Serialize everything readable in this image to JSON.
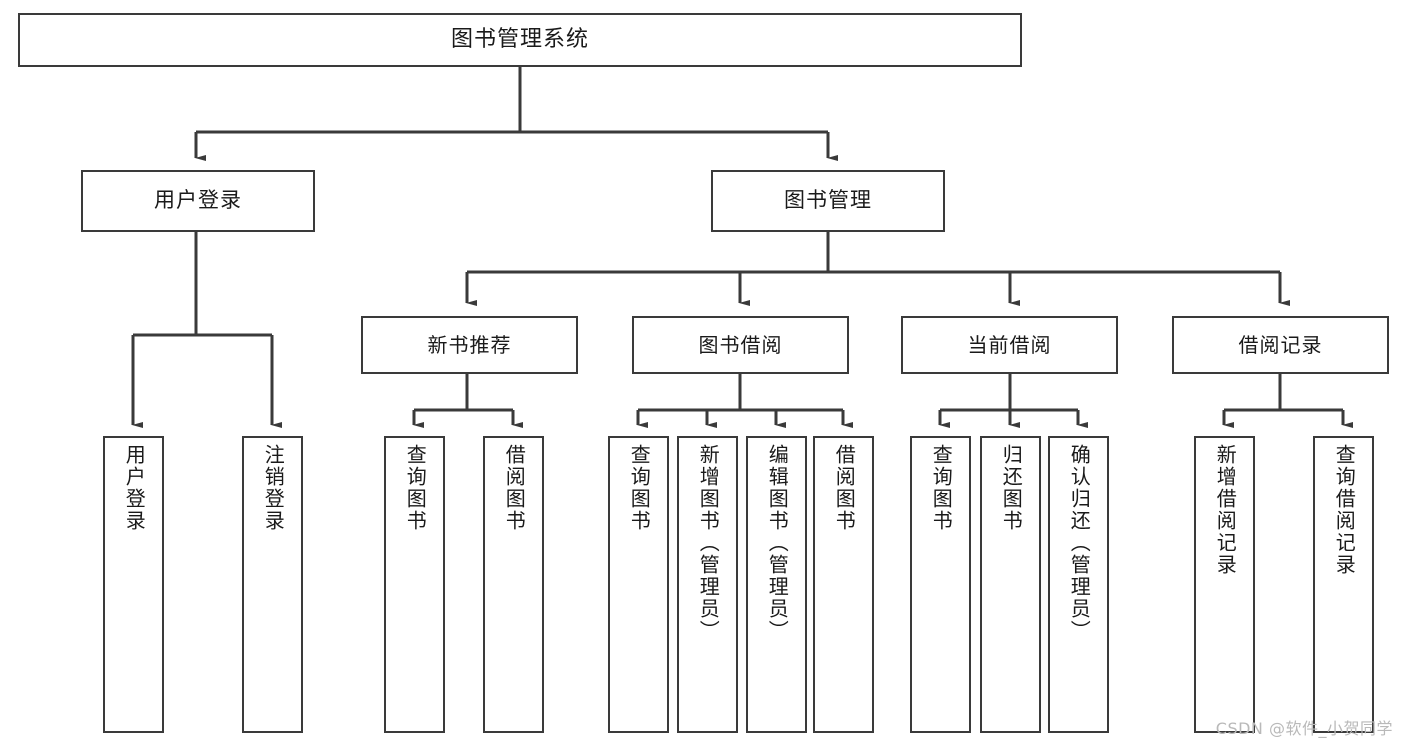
{
  "diagram": {
    "type": "tree-hierarchy",
    "title": "图书管理系统",
    "orientation": "top-down",
    "watermark": "CSDN @软件_小贺同学",
    "colors": {
      "box_border": "#3a3a3a",
      "box_fill": "#ffffff",
      "connector": "#3a3a3a",
      "text": "#1a1a1a",
      "watermark": "#b9b9b9",
      "background": "#ffffff"
    },
    "nodes": {
      "root": {
        "label": "图书管理系统",
        "level": 0
      },
      "level1": [
        {
          "id": "user-login",
          "label": "用户登录"
        },
        {
          "id": "book-manage",
          "label": "图书管理"
        }
      ],
      "level2": [
        {
          "id": "new-book-recommend",
          "label": "新书推荐",
          "parent": "book-manage"
        },
        {
          "id": "book-borrow",
          "label": "图书借阅",
          "parent": "book-manage"
        },
        {
          "id": "current-borrow",
          "label": "当前借阅",
          "parent": "book-manage"
        },
        {
          "id": "borrow-record",
          "label": "借阅记录",
          "parent": "book-manage"
        }
      ],
      "leaves": [
        {
          "id": "leaf-user-login",
          "label": "用户登录",
          "parent": "user-login"
        },
        {
          "id": "leaf-user-logout",
          "label": "注销登录",
          "parent": "user-login"
        },
        {
          "id": "leaf-query-book-1",
          "label": "查询图书",
          "parent": "new-book-recommend"
        },
        {
          "id": "leaf-borrow-book-1",
          "label": "借阅图书",
          "parent": "new-book-recommend"
        },
        {
          "id": "leaf-query-book-2",
          "label": "查询图书",
          "parent": "book-borrow"
        },
        {
          "id": "leaf-add-book",
          "label": "新增图书（管理员）",
          "parent": "book-borrow"
        },
        {
          "id": "leaf-edit-book",
          "label": "编辑图书（管理员）",
          "parent": "book-borrow"
        },
        {
          "id": "leaf-borrow-book-2",
          "label": "借阅图书",
          "parent": "book-borrow"
        },
        {
          "id": "leaf-query-book-3",
          "label": "查询图书",
          "parent": "current-borrow"
        },
        {
          "id": "leaf-return-book",
          "label": "归还图书",
          "parent": "current-borrow"
        },
        {
          "id": "leaf-confirm-return",
          "label": "确认归还（管理员）",
          "parent": "current-borrow"
        },
        {
          "id": "leaf-add-record",
          "label": "新增借阅记录",
          "parent": "borrow-record"
        },
        {
          "id": "leaf-query-record",
          "label": "查询借阅记录",
          "parent": "borrow-record"
        }
      ]
    }
  }
}
